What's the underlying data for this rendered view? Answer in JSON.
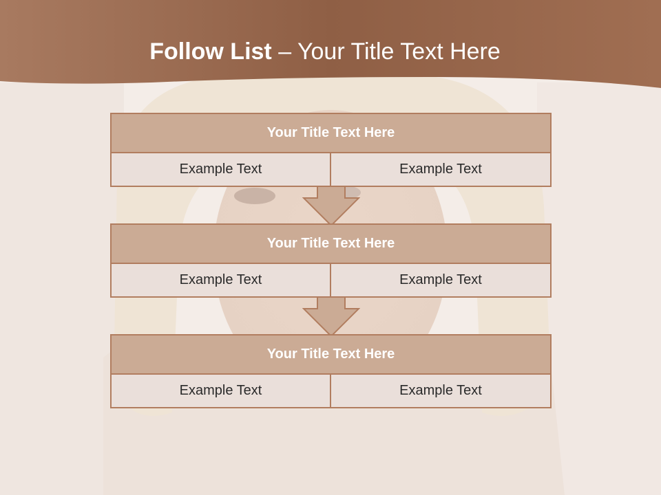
{
  "slide": {
    "title_bold": "Follow List",
    "title_rest": " – Your Title Text Here"
  },
  "steps": [
    {
      "title": "Your Title Text Here",
      "left": "Example Text",
      "right": "Example Text"
    },
    {
      "title": "Your Title Text Here",
      "left": "Example Text",
      "right": "Example Text"
    },
    {
      "title": "Your Title Text Here",
      "left": "Example Text",
      "right": "Example Text"
    }
  ],
  "colors": {
    "header": "#9c6a4d",
    "box_title_fill": "#cbab95",
    "box_border": "#b17d5f",
    "cell_fill": "#eadfda"
  }
}
